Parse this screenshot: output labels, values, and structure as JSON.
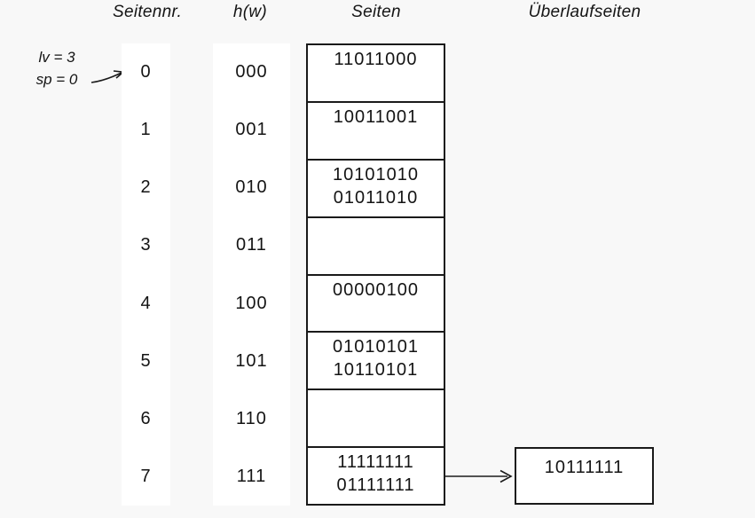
{
  "colors": {
    "background": "#f8f8f8",
    "panel": "#ffffff",
    "ink": "#141414",
    "border": "#1a1a1a"
  },
  "annotation": {
    "line1": "lv = 3",
    "line2": "sp = 0"
  },
  "headers": {
    "seitennr": "Seitennr.",
    "hw": "h(w)",
    "seiten": "Seiten",
    "ueberlaufseiten": "Überlaufseiten"
  },
  "rows": [
    {
      "nr": "0",
      "hash": "000",
      "values": [
        "11011000"
      ]
    },
    {
      "nr": "1",
      "hash": "001",
      "values": [
        "10011001"
      ]
    },
    {
      "nr": "2",
      "hash": "010",
      "values": [
        "10101010",
        "01011010"
      ]
    },
    {
      "nr": "3",
      "hash": "011",
      "values": []
    },
    {
      "nr": "4",
      "hash": "100",
      "values": [
        "00000100"
      ]
    },
    {
      "nr": "5",
      "hash": "101",
      "values": [
        "01010101",
        "10110101"
      ]
    },
    {
      "nr": "6",
      "hash": "110",
      "values": []
    },
    {
      "nr": "7",
      "hash": "111",
      "values": [
        "11111111",
        "01111111"
      ]
    }
  ],
  "overflow": {
    "attached_to_row": "7",
    "values": [
      "10111111"
    ]
  }
}
